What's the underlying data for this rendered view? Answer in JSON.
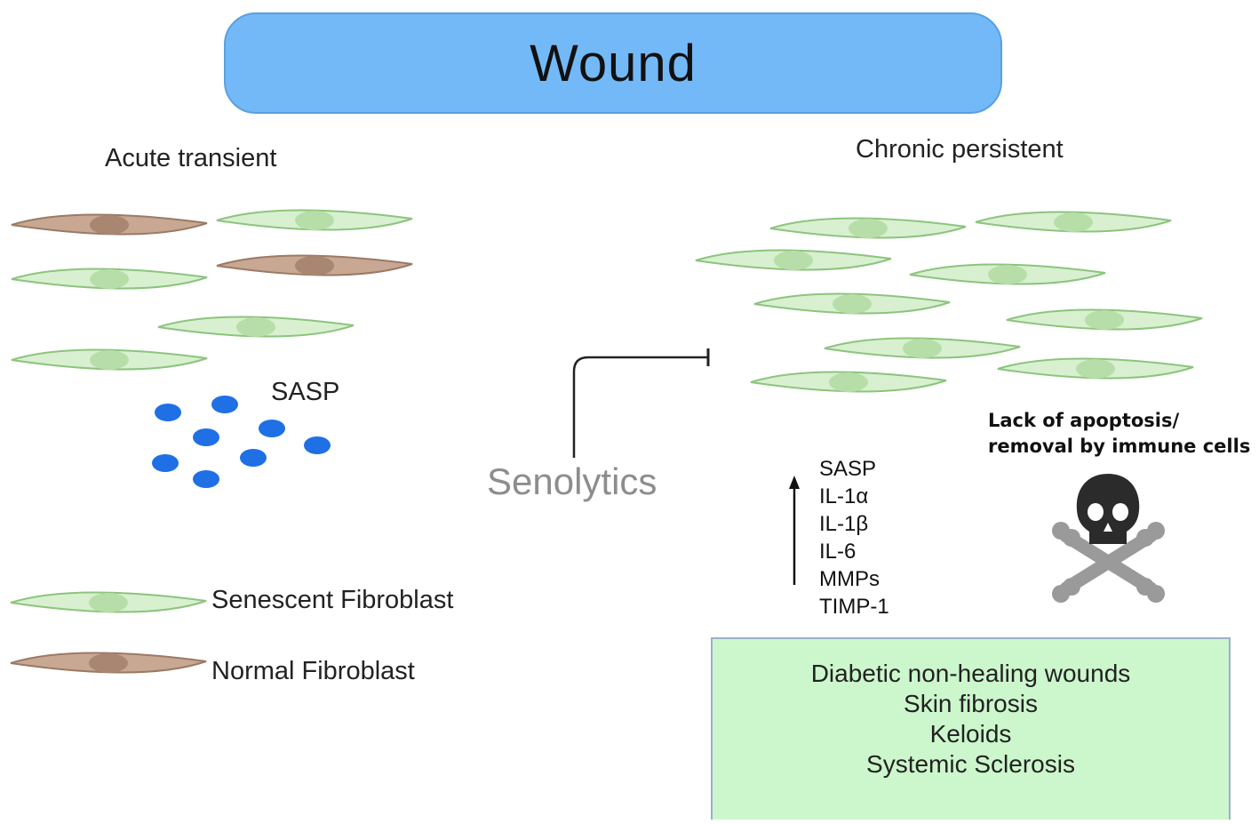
{
  "title": "Wound",
  "left_heading": "Acute transient",
  "right_heading": "Chronic persistent",
  "sasp_left": "SASP",
  "senolytics": "Senolytics",
  "legend": {
    "senescent": "Senescent Fibroblast",
    "normal": "Normal Fibroblast"
  },
  "lack_lines": [
    "Lack of apoptosis/",
    "removal by immune cells"
  ],
  "markers": [
    "SASP",
    "IL-1α",
    "IL-1β",
    "IL-6",
    "MMPs",
    "TIMP-1"
  ],
  "outcomes": [
    "Diabetic non-healing wounds",
    "Skin fibrosis",
    "Keloids",
    "Systemic Sclerosis"
  ],
  "colors": {
    "banner": "#74b9f7",
    "senescent_cell": "#d8f0d0",
    "normal_cell": "#c9a893",
    "sasp_dot": "#1f6fe5",
    "outcome_box": "#ccf7cc"
  }
}
